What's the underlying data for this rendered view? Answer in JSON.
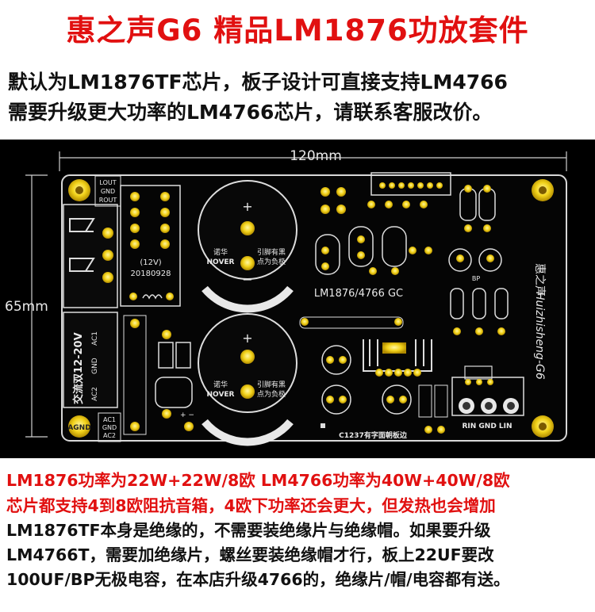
{
  "header": {
    "title": "惠之声G6 精品LM1876功放套件",
    "line1": "默认为LM1876TF芯片，板子设计可直接支持LM4766",
    "line2": "需要升级更大功率的LM4766芯片，请联系客服改价。"
  },
  "board": {
    "dim_width": "120mm",
    "dim_height": "65mm",
    "out_labels": [
      "LOUT",
      "GND",
      "ROUT"
    ],
    "input_label": "交流双12-20V",
    "ac_labels": [
      "AC1",
      "GND",
      "AC2"
    ],
    "agnd": "AGND",
    "bottom_ac": [
      "AC1",
      "GND",
      "AC2"
    ],
    "voltage": "(12V)",
    "date": "20180928",
    "cap_brand_cn": "诺华",
    "cap_brand_en": "NOVER",
    "cap_note_1": "引脚有黑",
    "cap_note_2": "点为负极",
    "plus": "+",
    "minus": "−",
    "model": "LM1876/4766 GC",
    "bp_label": "BP",
    "c_label": "C1237有字面朝板边",
    "rin_label": "RIN GND LIN",
    "side_brand": "惠之声",
    "side_en": "Huizhisheng-G6",
    "small_pm": "+ −"
  },
  "footer": {
    "red1": "LM1876功率为22W+22W/8欧  LM4766功率为40W+40W/8欧",
    "red2": "芯片都支持4到8欧阻抗音箱，4欧下功率还会更大，但发热也会增加",
    "black1": "LM1876TF本身是绝缘的，不需要装绝缘片与绝缘帽。如果要升级",
    "black2": "LM4766T，需要加绝缘片，螺丝要装绝缘帽才行，板上22UF要改",
    "black3": "100UF/BP无极电容，在本店升级4766的，绝缘片/帽/电容都有送。"
  },
  "colors": {
    "title_red": "#e11010",
    "pad_gold": "#f2d21a",
    "board_black": "#000000",
    "silk_white": "#e8e8e8"
  }
}
